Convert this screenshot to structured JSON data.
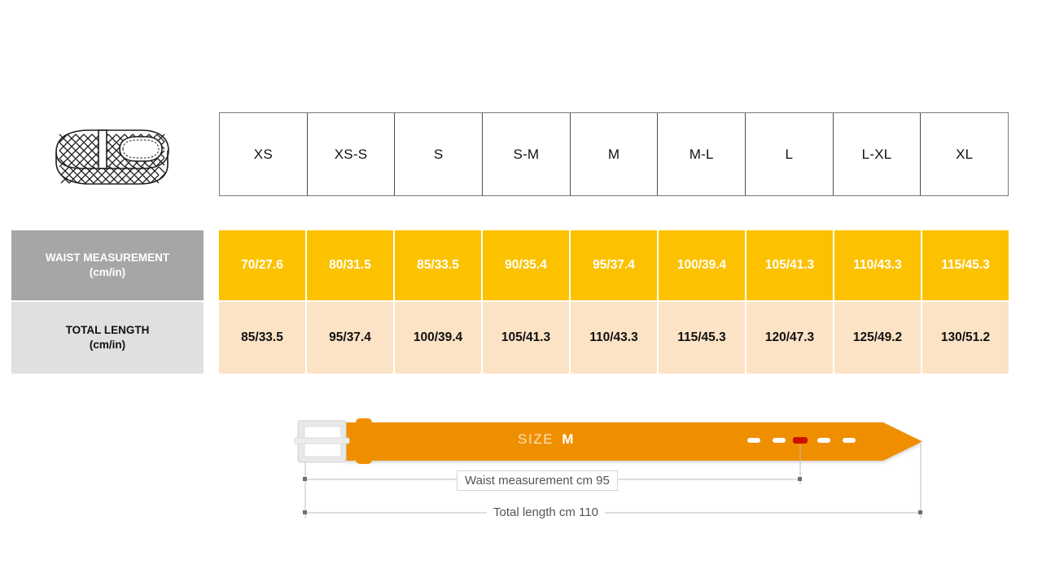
{
  "product": {
    "icon": "braided-belt-icon"
  },
  "table": {
    "sizes": [
      "XS",
      "XS-S",
      "S",
      "S-M",
      "M",
      "M-L",
      "L",
      "L-XL",
      "XL"
    ],
    "rows": [
      {
        "label": "WAIST MEASUREMENT",
        "unit": "(cm/in)",
        "values": [
          "70/27.6",
          "80/31.5",
          "85/33.5",
          "90/35.4",
          "95/37.4",
          "100/39.4",
          "105/41.3",
          "110/43.3",
          "115/45.3"
        ]
      },
      {
        "label": "TOTAL LENGTH",
        "unit": "(cm/in)",
        "values": [
          "85/33.5",
          "95/37.4",
          "100/39.4",
          "105/41.3",
          "110/43.3",
          "115/45.3",
          "120/47.3",
          "125/49.2",
          "130/51.2"
        ]
      }
    ]
  },
  "diagram": {
    "size_prefix": "SIZE",
    "size_value": "M",
    "waist_dimension": "Waist measurement cm 95",
    "length_dimension": "Total length cm 110",
    "holes_total": 5,
    "hole_highlighted_index": 2
  },
  "colors": {
    "table_accent": "#FCC200",
    "table_accent_light": "#FDE3C5",
    "label_dark": "#A6A6A6",
    "label_light": "#E0E0E0",
    "belt_orange": "#EF8F00",
    "hole_highlight": "#CC1100",
    "buckle_gray": "#E4E4E4",
    "dimension_line": "#BDBDBD"
  }
}
